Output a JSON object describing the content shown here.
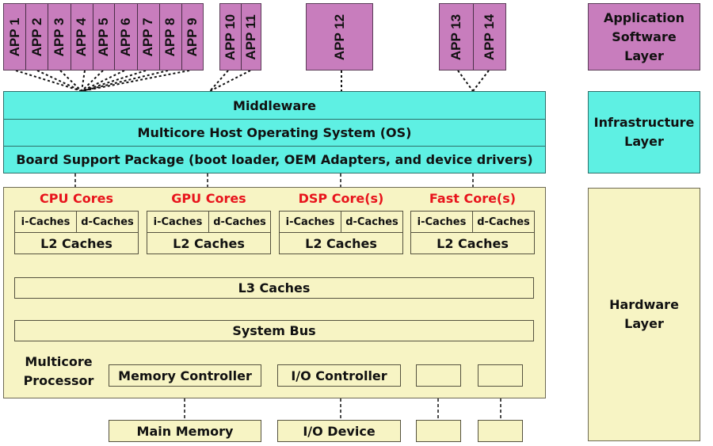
{
  "apps": {
    "group1": [
      "APP 1",
      "APP 2",
      "APP 3",
      "APP 4",
      "APP 5",
      "APP 6",
      "APP 7",
      "APP 8",
      "APP 9"
    ],
    "group2": [
      "APP 10",
      "APP 11"
    ],
    "group3": [
      "APP 12"
    ],
    "group4": [
      "APP 13",
      "APP 14"
    ]
  },
  "infrastructure": {
    "middleware": "Middleware",
    "os": "Multicore Host Operating System (OS)",
    "bsp": "Board Support Package (boot loader, OEM Adapters, and device drivers)"
  },
  "hardware": {
    "cores": [
      {
        "title": "CPU Cores",
        "icache": "i-Caches",
        "dcache": "d-Caches",
        "l2": "L2 Caches"
      },
      {
        "title": "GPU Cores",
        "icache": "i-Caches",
        "dcache": "d-Caches",
        "l2": "L2 Caches"
      },
      {
        "title": "DSP Core(s)",
        "icache": "i-Caches",
        "dcache": "d-Caches",
        "l2": "L2 Caches"
      },
      {
        "title": "Fast Core(s)",
        "icache": "i-Caches",
        "dcache": "d-Caches",
        "l2": "L2 Caches"
      }
    ],
    "l3": "L3 Caches",
    "bus": "System Bus",
    "processor_label_1": "Multicore",
    "processor_label_2": "Processor",
    "memory_controller": "Memory Controller",
    "io_controller": "I/O Controller",
    "main_memory": "Main Memory",
    "io_device": "I/O Device"
  },
  "legend": {
    "app_layer": [
      "Application",
      "Software",
      "Layer"
    ],
    "infra_layer": [
      "Infrastructure",
      "Layer"
    ],
    "hw_layer": [
      "Hardware",
      "Layer"
    ]
  },
  "colors": {
    "app": "#c87dbd",
    "infra": "#5ef0e3",
    "hardware": "#f7f4c4",
    "core_title": "#e8141c"
  }
}
